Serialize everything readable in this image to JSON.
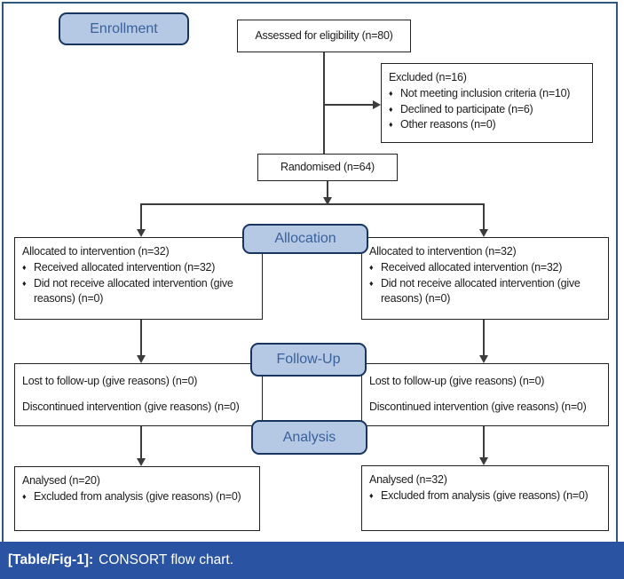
{
  "caption": {
    "label": "[Table/Fig-1]:",
    "text": "CONSORT flow chart."
  },
  "stages": {
    "enrollment": "Enrollment",
    "allocation": "Allocation",
    "followup": "Follow-Up",
    "analysis": "Analysis"
  },
  "boxes": {
    "assessed": {
      "text": "Assessed for eligibility (n=80)"
    },
    "excluded": {
      "title": "Excluded (n=16)",
      "items": [
        "Not meeting inclusion criteria (n=10)",
        "Declined to participate (n=6)",
        "Other reasons (n=0)"
      ]
    },
    "randomised": {
      "text": "Randomised (n=64)"
    },
    "allocation_left": {
      "title": "Allocated to intervention (n=32)",
      "items": [
        "Received allocated intervention (n=32)",
        "Did not receive allocated intervention (give reasons) (n=0)"
      ]
    },
    "allocation_right": {
      "title": "Allocated to intervention (n=32)",
      "items": [
        "Received allocated intervention (n=32)",
        "Did not receive allocated intervention (give reasons) (n=0)"
      ]
    },
    "followup_left": {
      "lines": [
        "Lost to follow-up (give reasons) (n=0)",
        "Discontinued intervention (give reasons) (n=0)"
      ]
    },
    "followup_right": {
      "lines": [
        "Lost to follow-up (give reasons) (n=0)",
        "Discontinued intervention (give reasons) (n=0)"
      ]
    },
    "analysis_left": {
      "title": "Analysed (n=20)",
      "items": [
        "Excluded from analysis (give reasons) (n=0)"
      ]
    },
    "analysis_right": {
      "title": "Analysed (n=32)",
      "items": [
        "Excluded from analysis (give reasons) (n=0)"
      ]
    }
  },
  "glyphs": {
    "bullet": "♦"
  },
  "colors": {
    "stage_fill": "#b5c9e4",
    "stage_border": "#17355e",
    "stage_text": "#3a619b",
    "frame_border": "#30597f",
    "caption_bar": "#2a53a2",
    "caption_text": "#ffffff",
    "box_border": "#222222",
    "line": "#3c3c3c"
  }
}
